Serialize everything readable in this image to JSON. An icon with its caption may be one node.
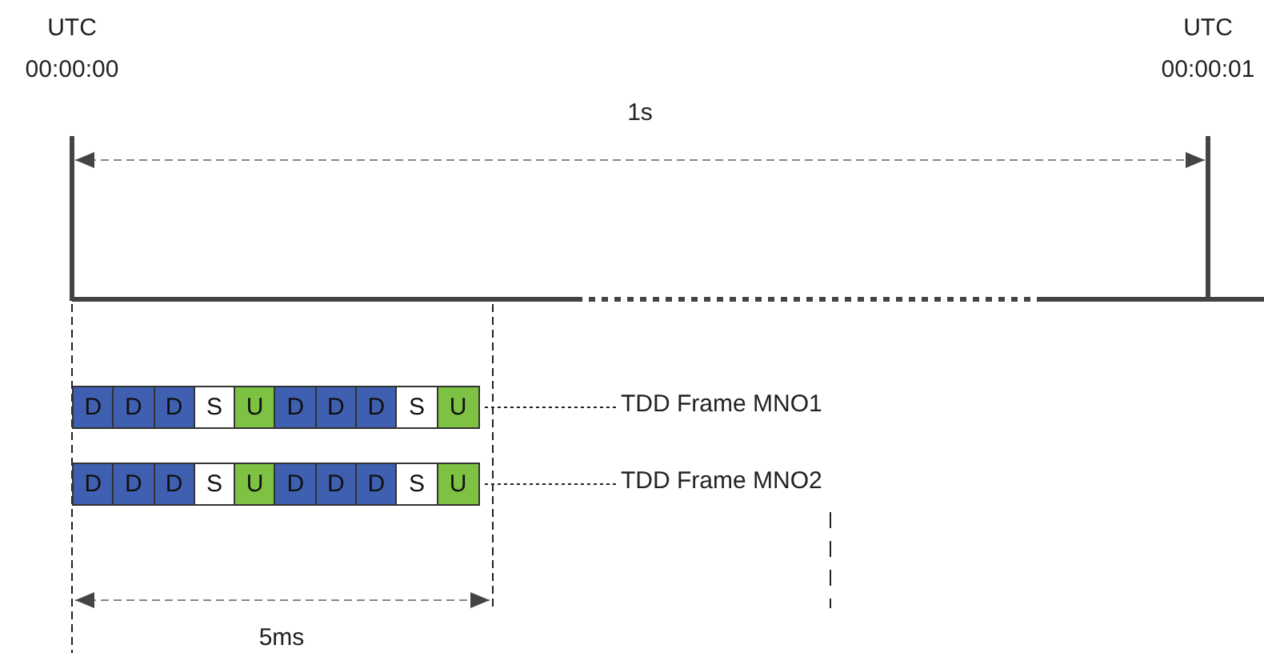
{
  "diagram": {
    "nodes": [
      {
        "text": [
          "D",
          "D",
          "D",
          "S",
          "U",
          "D",
          "D",
          "D",
          "S",
          "U"
        ]
      },
      {
        "text": [
          "TDD Frame MNO1"
        ]
      },
      {
        "text": [
          "D",
          "D",
          "D",
          "S",
          "U",
          "D",
          "D",
          "D",
          "S",
          "U"
        ]
      },
      {
        "text": [
          "TDD Frame MNO2"
        ]
      }
    ],
    "edges": [
      {
        "from": 0,
        "to": 1,
        "arrow": "none",
        "style": "dashed"
      },
      {
        "from": 2,
        "to": 3,
        "arrow": "none",
        "style": "dashed"
      }
    ],
    "labels": [
      "UTC 00:00:00",
      "UTC 00:00:01",
      "1s",
      "5ms"
    ]
  }
}
